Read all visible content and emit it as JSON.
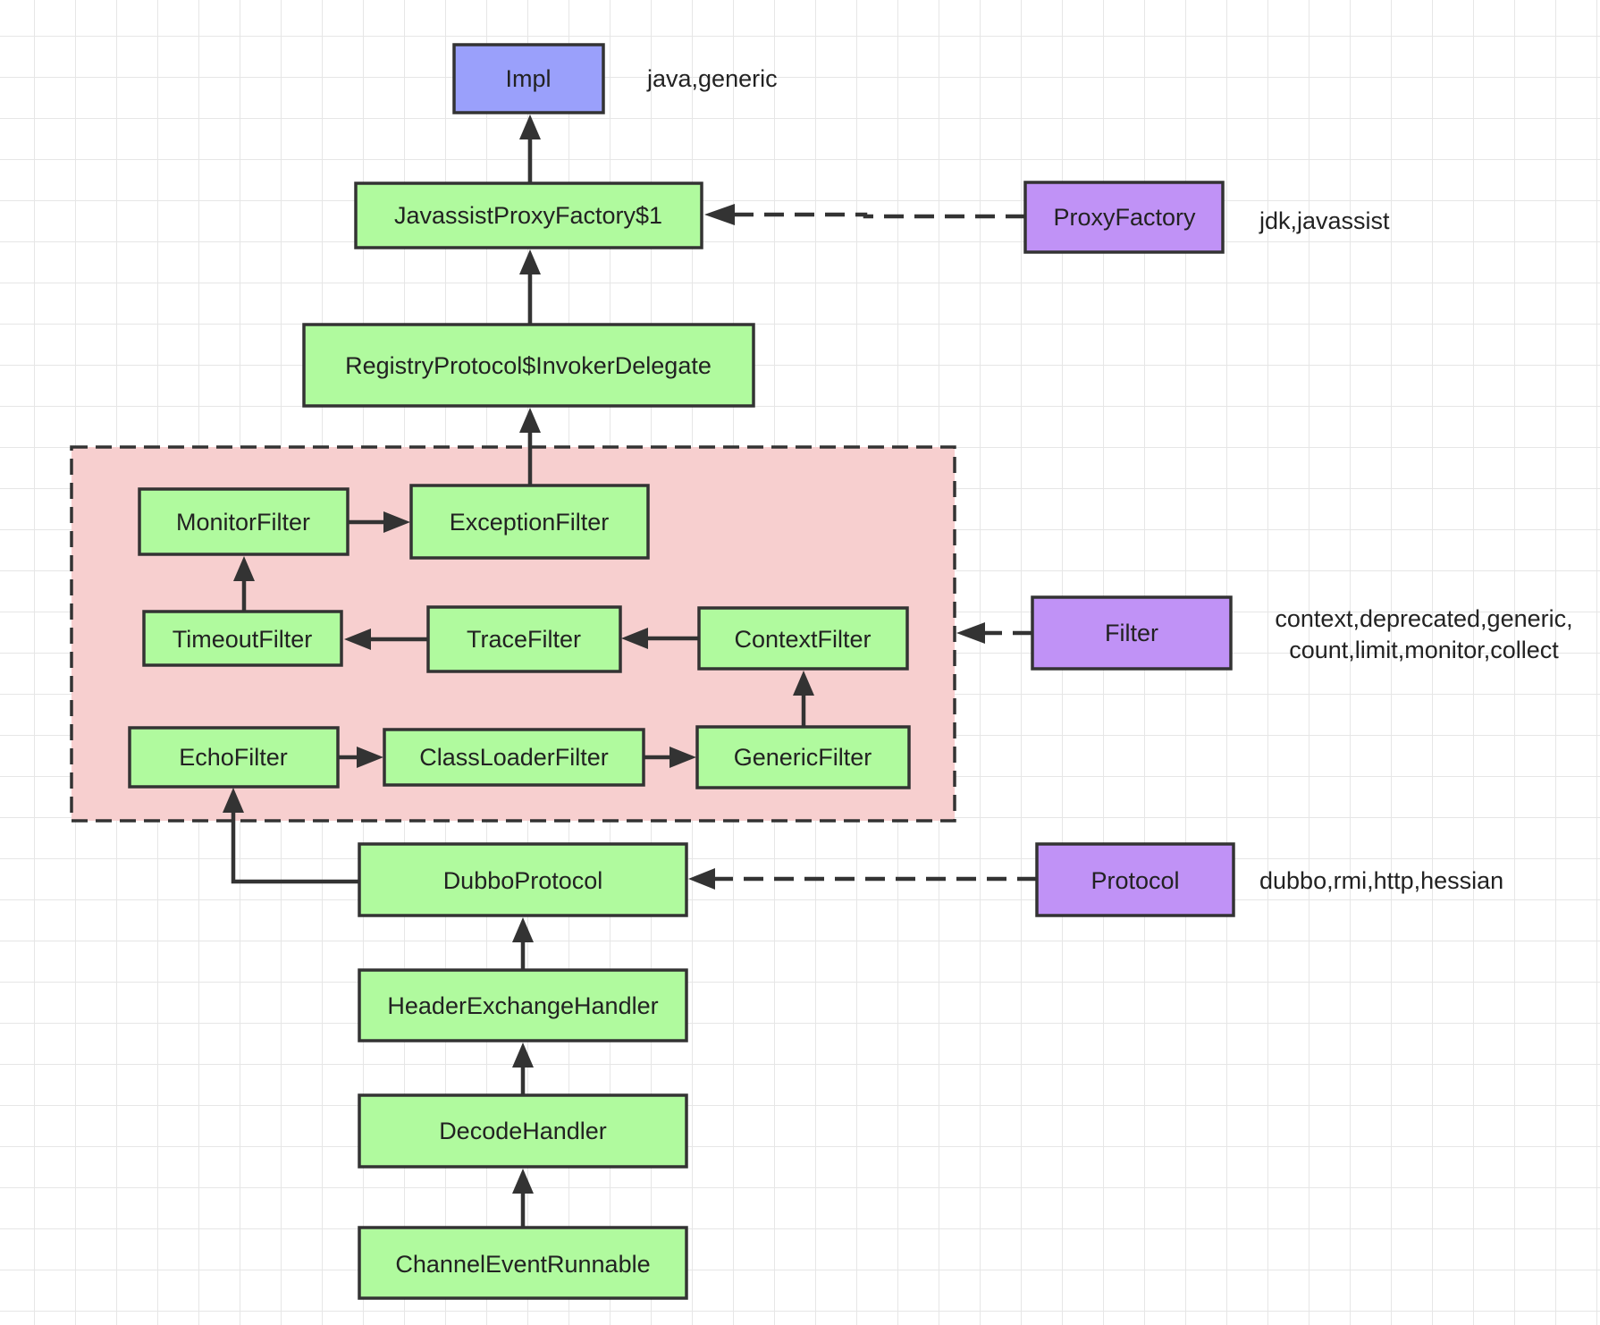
{
  "nodes": {
    "impl": {
      "label": "Impl",
      "color": "#9aa0fb"
    },
    "javassist_proxy_factory_1": {
      "label": "JavassistProxyFactory$1",
      "color": "#b0fa9e"
    },
    "proxy_factory": {
      "label": "ProxyFactory",
      "color": "#c092f6"
    },
    "registry_protocol_invoker_delegate": {
      "label": "RegistryProtocol$InvokerDelegate",
      "color": "#b0fa9e"
    },
    "monitor_filter": {
      "label": "MonitorFilter",
      "color": "#b0fa9e"
    },
    "exception_filter": {
      "label": "ExceptionFilter",
      "color": "#b0fa9e"
    },
    "timeout_filter": {
      "label": "TimeoutFilter",
      "color": "#b0fa9e"
    },
    "trace_filter": {
      "label": "TraceFilter",
      "color": "#b0fa9e"
    },
    "context_filter": {
      "label": "ContextFilter",
      "color": "#b0fa9e"
    },
    "echo_filter": {
      "label": "EchoFilter",
      "color": "#b0fa9e"
    },
    "classloader_filter": {
      "label": "ClassLoaderFilter",
      "color": "#b0fa9e"
    },
    "generic_filter": {
      "label": "GenericFilter",
      "color": "#b0fa9e"
    },
    "filter": {
      "label": "Filter",
      "color": "#c092f6"
    },
    "dubbo_protocol": {
      "label": "DubboProtocol",
      "color": "#b0fa9e"
    },
    "protocol": {
      "label": "Protocol",
      "color": "#c092f6"
    },
    "header_exchange_handler": {
      "label": "HeaderExchangeHandler",
      "color": "#b0fa9e"
    },
    "decode_handler": {
      "label": "DecodeHandler",
      "color": "#b0fa9e"
    },
    "channel_event_runnable": {
      "label": "ChannelEventRunnable",
      "color": "#b0fa9e"
    }
  },
  "group": {
    "color": "#f7cfcf"
  },
  "notes": {
    "impl": "java,generic",
    "proxy_factory": "jdk,javassist",
    "filter_line1": "context,deprecated,generic,",
    "filter_line2": "count,limit,monitor,collect",
    "protocol": "dubbo,rmi,http,hessian"
  },
  "edges": [
    {
      "from": "javassist_proxy_factory_1",
      "to": "impl",
      "style": "solid"
    },
    {
      "from": "registry_protocol_invoker_delegate",
      "to": "javassist_proxy_factory_1",
      "style": "solid"
    },
    {
      "from": "proxy_factory",
      "to": "javassist_proxy_factory_1",
      "style": "dashed"
    },
    {
      "from": "exception_filter",
      "to": "registry_protocol_invoker_delegate",
      "style": "solid"
    },
    {
      "from": "monitor_filter",
      "to": "exception_filter",
      "style": "solid"
    },
    {
      "from": "timeout_filter",
      "to": "monitor_filter",
      "style": "solid"
    },
    {
      "from": "trace_filter",
      "to": "timeout_filter",
      "style": "solid"
    },
    {
      "from": "context_filter",
      "to": "trace_filter",
      "style": "solid"
    },
    {
      "from": "generic_filter",
      "to": "context_filter",
      "style": "solid"
    },
    {
      "from": "classloader_filter",
      "to": "generic_filter",
      "style": "solid"
    },
    {
      "from": "echo_filter",
      "to": "classloader_filter",
      "style": "solid"
    },
    {
      "from": "dubbo_protocol",
      "to": "echo_filter",
      "style": "solid"
    },
    {
      "from": "filter",
      "to": "filter_group",
      "style": "dashed"
    },
    {
      "from": "protocol",
      "to": "dubbo_protocol",
      "style": "dashed"
    },
    {
      "from": "header_exchange_handler",
      "to": "dubbo_protocol",
      "style": "solid"
    },
    {
      "from": "decode_handler",
      "to": "header_exchange_handler",
      "style": "solid"
    },
    {
      "from": "channel_event_runnable",
      "to": "decode_handler",
      "style": "solid"
    }
  ]
}
